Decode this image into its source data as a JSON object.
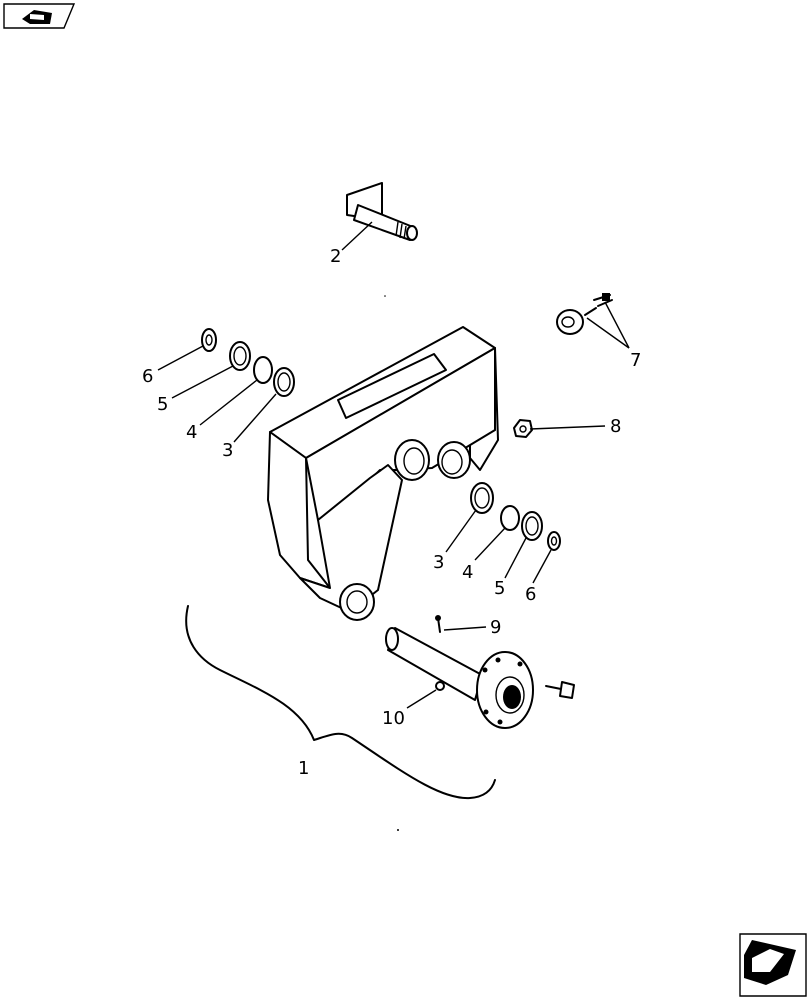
{
  "navigation": {
    "prev_icon": "page-back-arrow-icon",
    "next_icon": "page-forward-arrow-icon"
  },
  "callouts": {
    "c1": "1",
    "c2": "2",
    "c3a": "3",
    "c3b": "3",
    "c4a": "4",
    "c4b": "4",
    "c5a": "5",
    "c5b": "5",
    "c6a": "6",
    "c6b": "6",
    "c7": "7",
    "c8": "8",
    "c9": "9",
    "c10": "10"
  }
}
